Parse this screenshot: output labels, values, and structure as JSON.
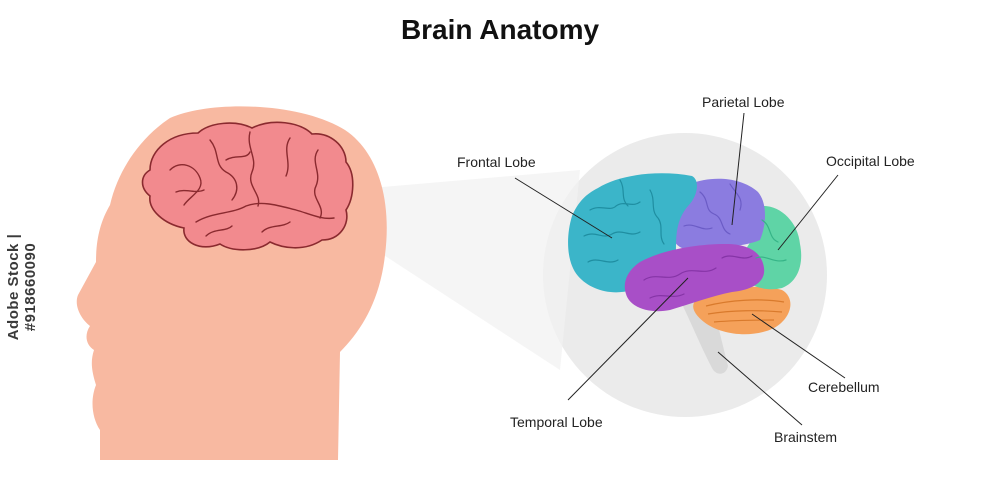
{
  "title": "Brain Anatomy",
  "labels": {
    "frontal": "Frontal Lobe",
    "parietal": "Parietal Lobe",
    "occipital": "Occipital Lobe",
    "temporal": "Temporal Lobe",
    "cerebellum": "Cerebellum",
    "brainstem": "Brainstem"
  },
  "credit": "Adobe Stock | #918660090",
  "colors": {
    "skin": "#f8b9a1",
    "brain_head": "#f28a8e",
    "frontal": "#3bb5c9",
    "parietal": "#8b7ce0",
    "occipital": "#5fd4a6",
    "temporal": "#a84fc7",
    "cerebellum": "#f5a15a",
    "brainstem": "#dcdcdc",
    "circle": "#ebebeb"
  }
}
